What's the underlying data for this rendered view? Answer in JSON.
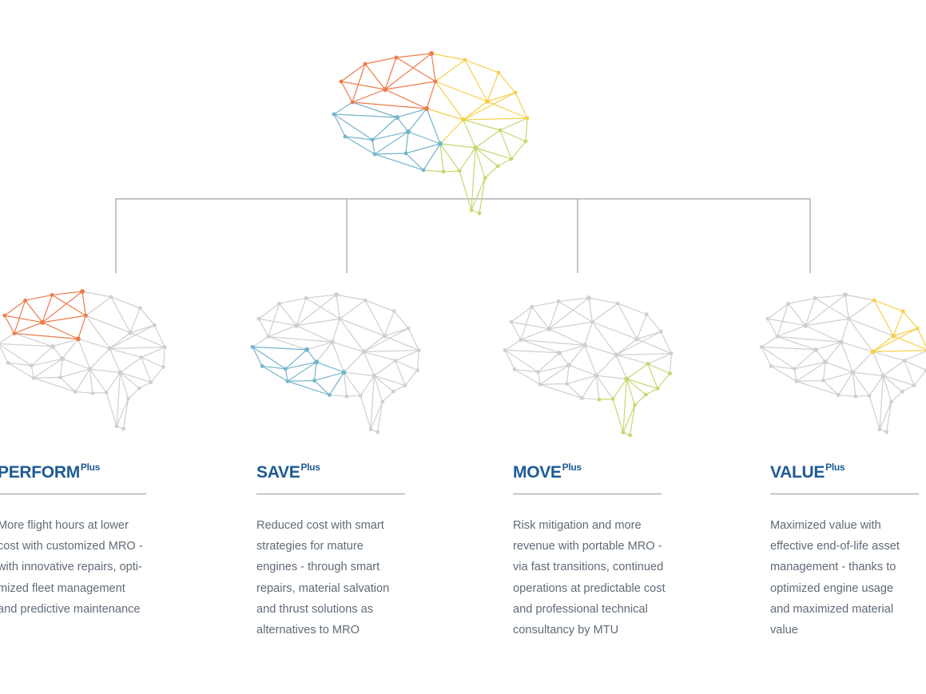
{
  "colors": {
    "orange": "#ec7b4c",
    "blue": "#74b5cc",
    "yellow": "#f8cf4a",
    "green": "#c4d870",
    "gray": "#cfcfcf",
    "title": "#1e5a96",
    "text": "#5f6a78",
    "connector": "#a0a0a0"
  },
  "pillars": [
    {
      "name": "PERFORM",
      "sup": "Plus",
      "color": "orange",
      "lines": [
        "More flight hours at lower",
        "cost with customized MRO -",
        "with innovative repairs, opti-",
        "mized fleet management",
        "and predictive maintenance"
      ]
    },
    {
      "name": "SAVE",
      "sup": "Plus",
      "color": "blue",
      "lines": [
        "Reduced cost with smart",
        "strategies for mature",
        "engines - through smart",
        "repairs, material salvation",
        "and thrust solutions as",
        "alternatives to MRO"
      ]
    },
    {
      "name": "MOVE",
      "sup": "Plus",
      "color": "green",
      "lines": [
        "Risk mitigation and more",
        "revenue with portable MRO -",
        "via fast transitions, continued",
        "operations at predictable cost",
        "and professional technical",
        "consultancy by MTU"
      ]
    },
    {
      "name": "VALUE",
      "sup": "Plus",
      "color": "yellow",
      "lines": [
        "Maximized value with",
        "effective end-of-life asset",
        "management - thanks to",
        "optimized engine usage",
        "and maximized material",
        "value"
      ]
    }
  ]
}
